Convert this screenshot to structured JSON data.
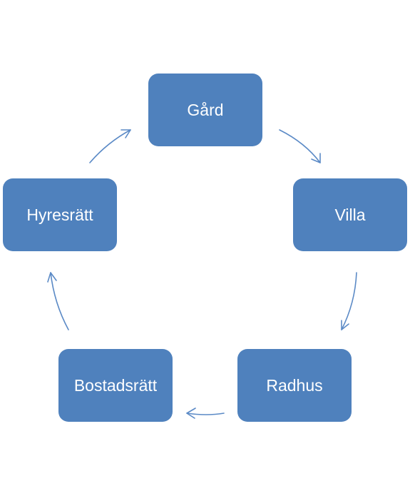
{
  "colors": {
    "node_fill": "#4f81bd",
    "node_text": "#ffffff",
    "arrow": "#5b8ac6"
  },
  "cycle": {
    "nodes": [
      {
        "label": "Gård"
      },
      {
        "label": "Villa"
      },
      {
        "label": "Radhus"
      },
      {
        "label": "Bostadsrätt"
      },
      {
        "label": "Hyresrätt"
      }
    ]
  }
}
